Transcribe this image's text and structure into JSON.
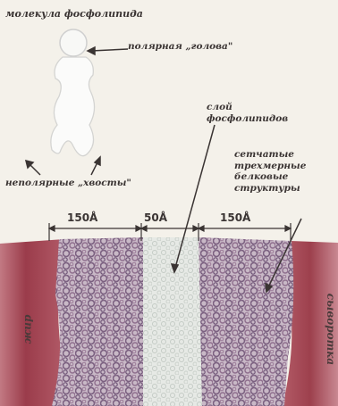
{
  "labels": {
    "title": "молекула фосфолипида",
    "head": "полярная „голова\"",
    "tails": "неполярные „хвосты\"",
    "layer": "слой фосфолипидов",
    "mesh": "сетчатые трехмерные белковые структуры",
    "fat": "жир",
    "serum": "сыворотка"
  },
  "dimensions": [
    "150Å",
    "50Å",
    "150Å"
  ],
  "colors": {
    "background": "#f4f1ea",
    "outer_fat": "#a84a57",
    "outer_serum": "#a84a57",
    "protein_region": "#b7a2b5",
    "protein_blob": "#8a6f8d",
    "lipid_layer": "#e3e7e4",
    "ink": "#3a3433"
  }
}
